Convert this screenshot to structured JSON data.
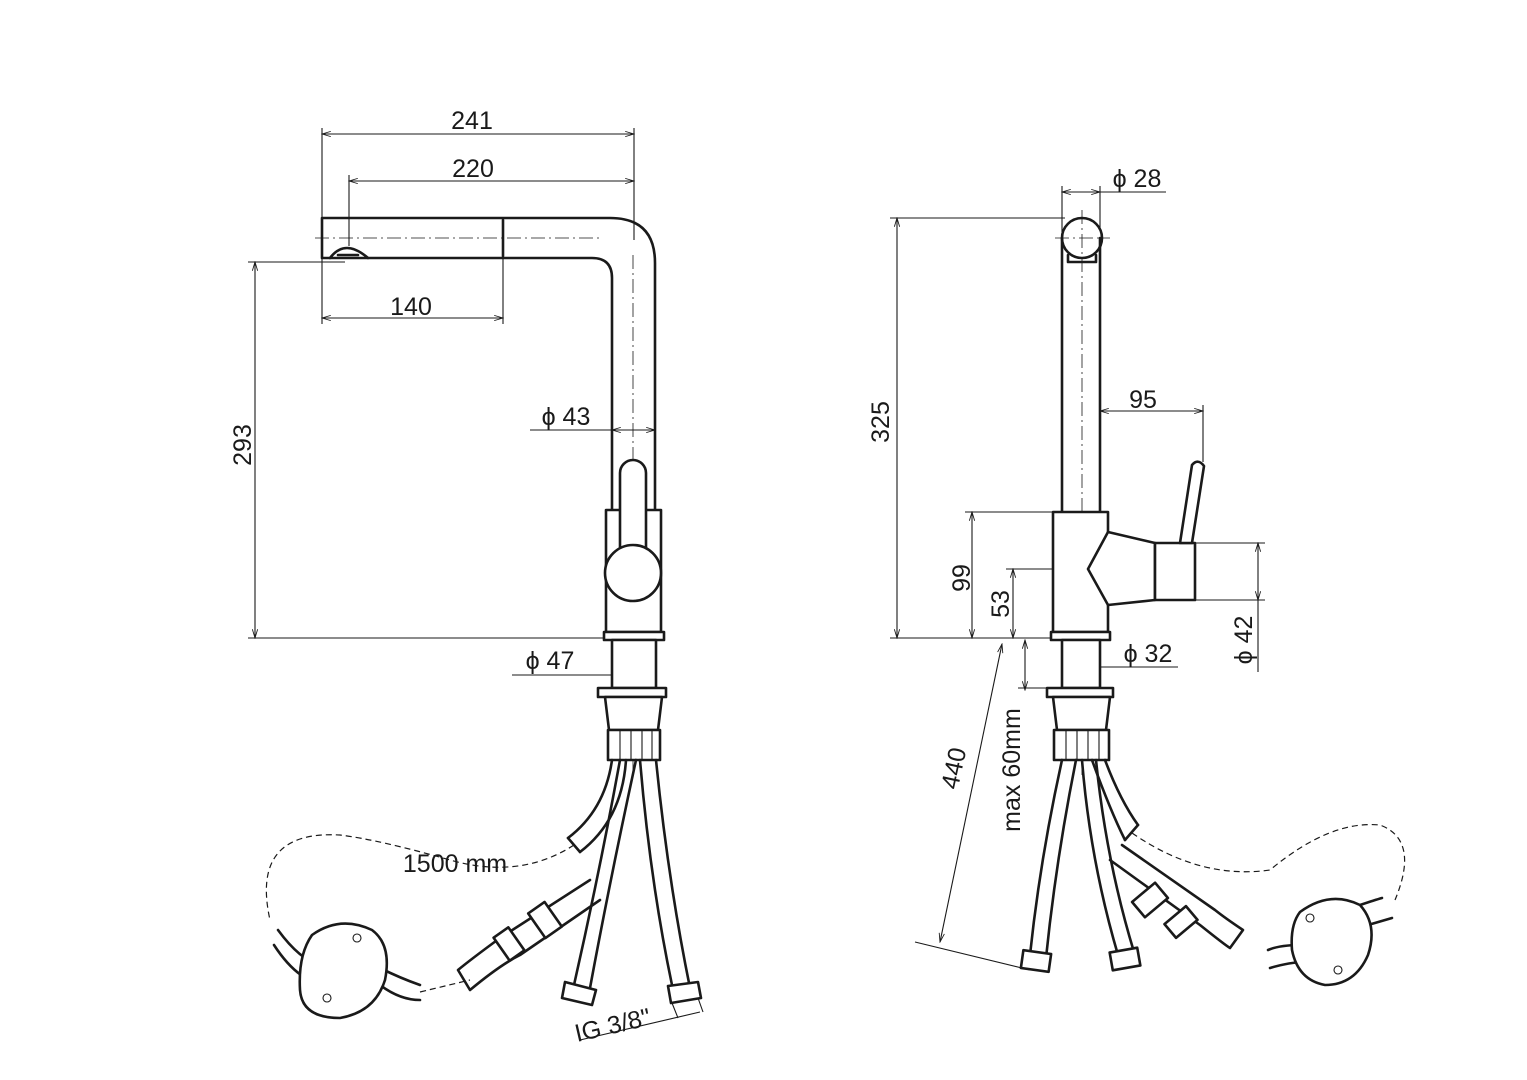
{
  "left_view": {
    "dim_total_reach": "241",
    "dim_spout_reach": "220",
    "dim_pullout_head": "140",
    "dim_spout_height": "293",
    "dim_body_diameter": "ϕ 43",
    "dim_base_diameter": "ϕ 47",
    "hose_length": "1500 mm",
    "connection_thread": "IG 3/8\""
  },
  "right_view": {
    "dim_spout_diameter": "ϕ 28",
    "dim_total_height": "325",
    "dim_lever_reach": "95",
    "dim_body_height": "99",
    "dim_lever_axis_height": "53",
    "dim_lever_diameter": "ϕ 42",
    "dim_shank_diameter": "ϕ 32",
    "dim_hose_length": "440",
    "dim_max_countertop": "max 60mm"
  }
}
